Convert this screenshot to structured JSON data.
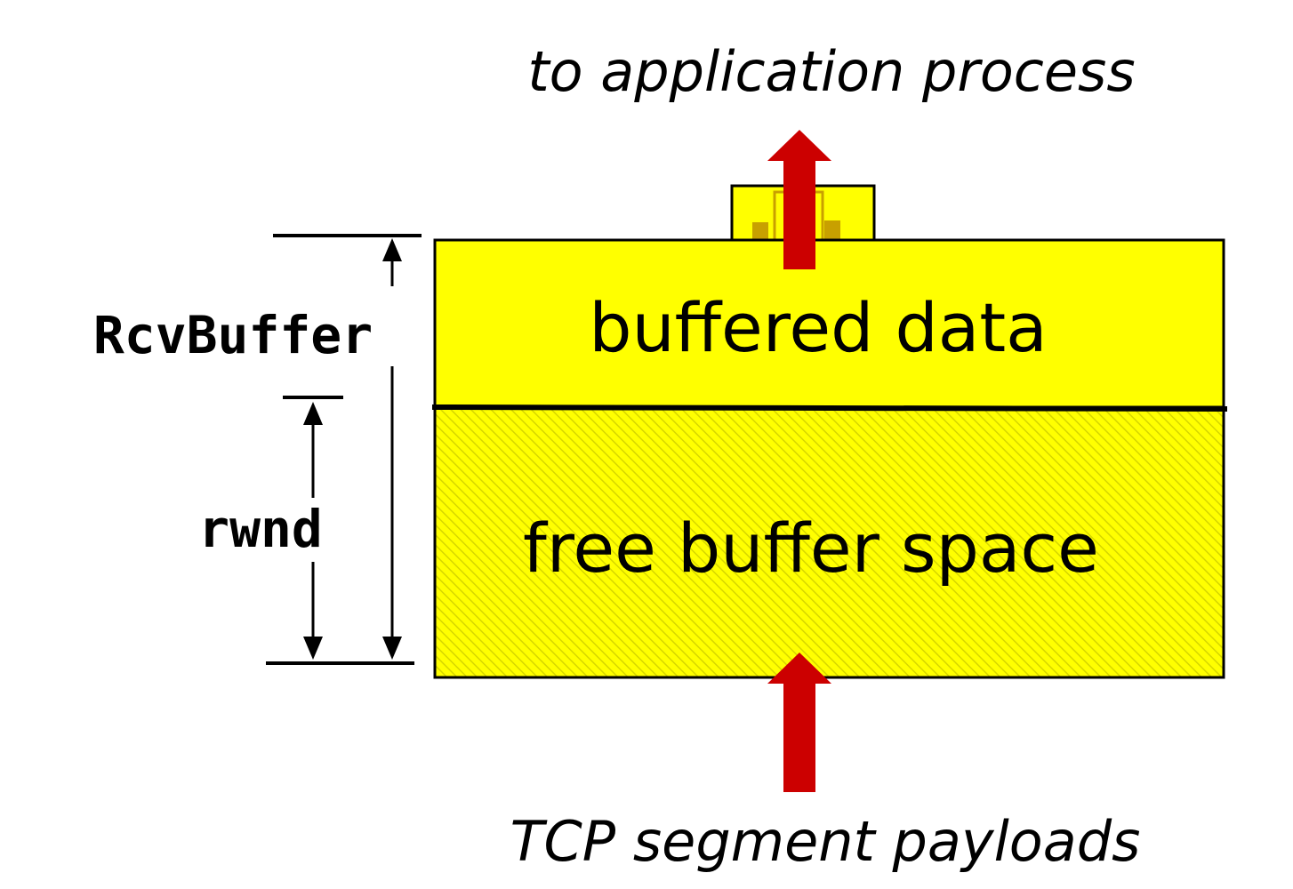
{
  "labels": {
    "top": "to application process",
    "bottom": "TCP segment payloads",
    "buffered": "buffered data",
    "free": "free buffer space",
    "rcvbuffer": "RcvBuffer",
    "rwnd": "rwnd"
  },
  "colors": {
    "buffer_fill": "#ffff00",
    "hatch_line": "#d6d600",
    "arrow": "#cc0000",
    "stroke": "#000000",
    "segment_fill": "#ffff00",
    "segment_dark": "#c8a000"
  }
}
